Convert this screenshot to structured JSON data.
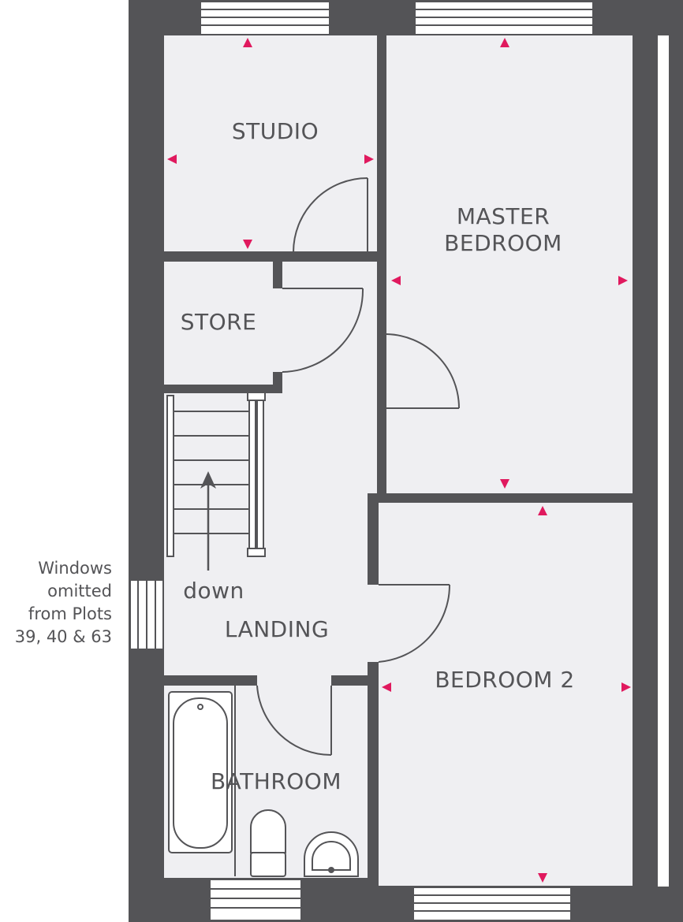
{
  "rooms": {
    "studio": "STUDIO",
    "master_line1": "MASTER",
    "master_line2": "BEDROOM",
    "store": "STORE",
    "landing": "LANDING",
    "stairs_direction": "down",
    "bedroom2": "BEDROOM 2",
    "bathroom": "BATHROOM"
  },
  "note": {
    "line1": "Windows",
    "line2": "omitted",
    "line3": "from Plots",
    "line4": "39, 40 & 63"
  },
  "colors": {
    "wall": "#545457",
    "floor": "#efeff2",
    "marker": "#e0195e"
  }
}
